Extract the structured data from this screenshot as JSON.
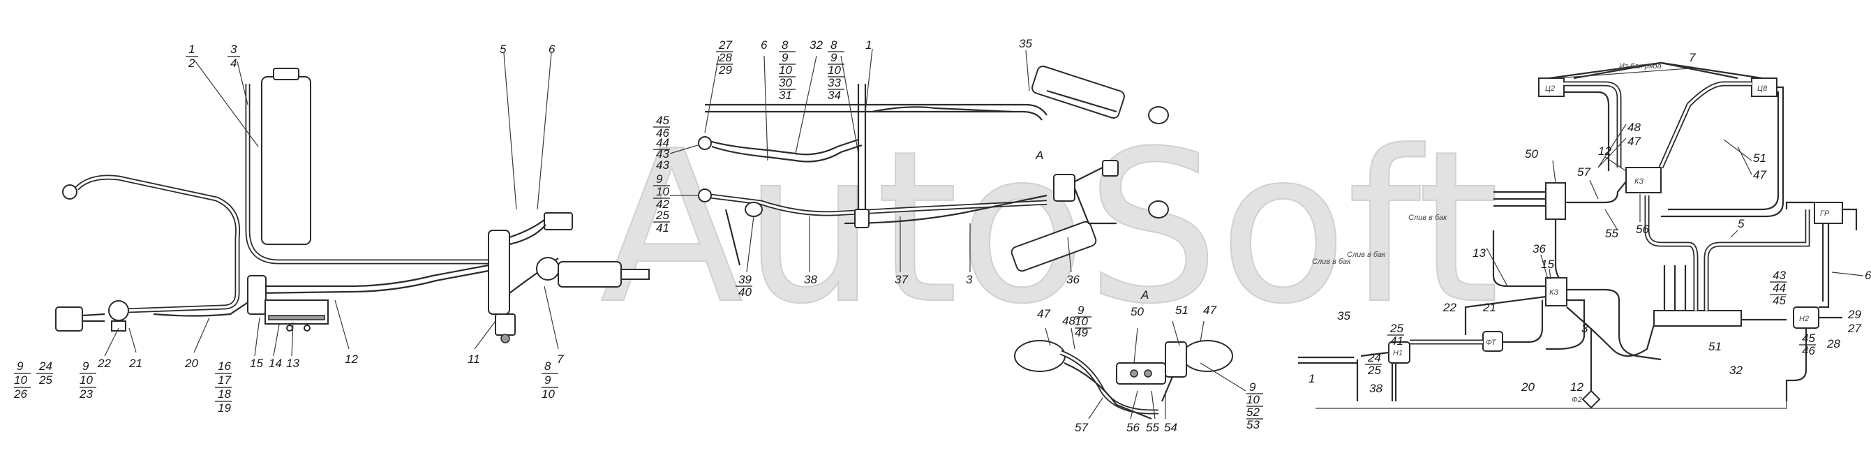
{
  "watermark": "AutoSoft",
  "labels": {
    "l1": "1",
    "l2": "2",
    "l3": "3",
    "l4": "4",
    "l5": "5",
    "l6": "6",
    "l7": "7",
    "l11": "11",
    "l12": "12",
    "l13": "13",
    "l14": "14",
    "l15": "15",
    "l20": "20",
    "l21": "21",
    "l22": "22",
    "l8": "8",
    "l9": "9",
    "l10": "10",
    "l9b": "9",
    "l10b": "10",
    "l26": "26",
    "l24": "24",
    "l25": "25",
    "l9c": "9",
    "l10c": "10",
    "l23": "23",
    "l16": "16",
    "l17": "17",
    "l18": "18",
    "l19": "19",
    "m27": "27",
    "m28": "28",
    "m29": "29",
    "m6": "6",
    "m8": "8",
    "m9": "9",
    "m10": "10",
    "m30": "30",
    "m31": "31",
    "m32": "32",
    "m8b": "8",
    "m9b": "9",
    "m10b": "10",
    "m33": "33",
    "m34": "34",
    "m1": "1",
    "m35": "35",
    "m45": "45",
    "m46": "46",
    "m44": "44",
    "m43": "43",
    "m43b": "43",
    "m9c": "9",
    "m10c": "10",
    "m42": "42",
    "m25": "25",
    "m41": "41",
    "m39": "39",
    "m40": "40",
    "m38": "38",
    "m37": "37",
    "m3": "3",
    "m36": "36",
    "mA": "A",
    "mA2": "A",
    "n47": "47",
    "n48": "48",
    "n9": "9",
    "n10": "10",
    "n49": "49",
    "n50": "50",
    "n51": "51",
    "n47b": "47",
    "n9b": "9",
    "n10b": "10",
    "n52": "52",
    "n53": "53",
    "n57": "57",
    "n56": "56",
    "n55": "55",
    "n54": "54",
    "r7": "7",
    "r48": "48",
    "r47": "47",
    "r51": "51",
    "r47b": "47",
    "r12": "12",
    "r50": "50",
    "r57": "57",
    "r56": "56",
    "r55": "55",
    "r13": "13",
    "r36": "36",
    "r15": "15",
    "r5": "5",
    "r6": "6",
    "r35": "35",
    "r25": "25",
    "r41": "41",
    "r24": "24",
    "r25b": "25",
    "r22": "22",
    "r21": "21",
    "r1": "1",
    "r38": "38",
    "r20": "20",
    "r12b": "12",
    "r3": "3",
    "r51b": "51",
    "r43": "43",
    "r44": "44",
    "r45": "45",
    "r29": "29",
    "r27": "27",
    "r28": "28",
    "r45b": "45",
    "r46": "46",
    "r32": "32"
  },
  "boxes": {
    "ks": "КЗ",
    "ks1": "КЗ",
    "ft": "ФТ",
    "n1": "Н1",
    "n2": "Н2",
    "gr": "ГР",
    "ts1": "Ц2",
    "ts2": "Ц8",
    "f2": "Ф2"
  },
  "notes": {
    "n_top": "Из бак ряда",
    "n_left1": "Слив в бак",
    "n_left2": "Слив в бак",
    "n_mid": "Слив в бак"
  }
}
